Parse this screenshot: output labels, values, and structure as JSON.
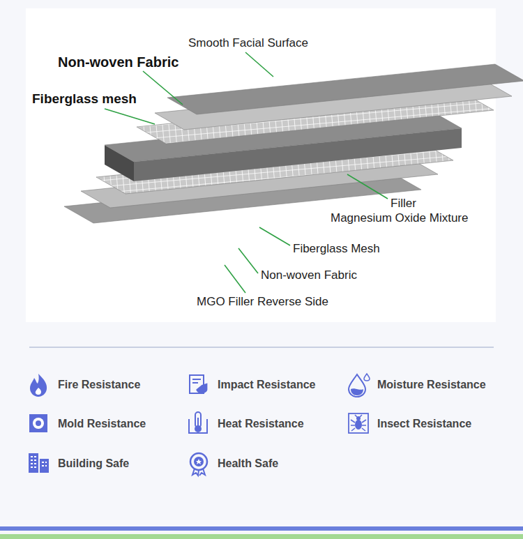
{
  "diagram": {
    "labels": [
      "Smooth Facial Surface",
      "Non-woven Fabric",
      "Fiberglass mesh",
      "Filler",
      "Magnesium Oxide Mixture",
      "Fiberglass Mesh",
      "Non-woven Fabric",
      "MGO Filler Reverse Side",
      "Fire Resistance",
      "Impact Resistance",
      "Moisture Resistance",
      "Mold Resistance",
      "Heat Resistance",
      "Insect Resistance",
      "Building Safe",
      "Health Safe"
    ]
  }
}
